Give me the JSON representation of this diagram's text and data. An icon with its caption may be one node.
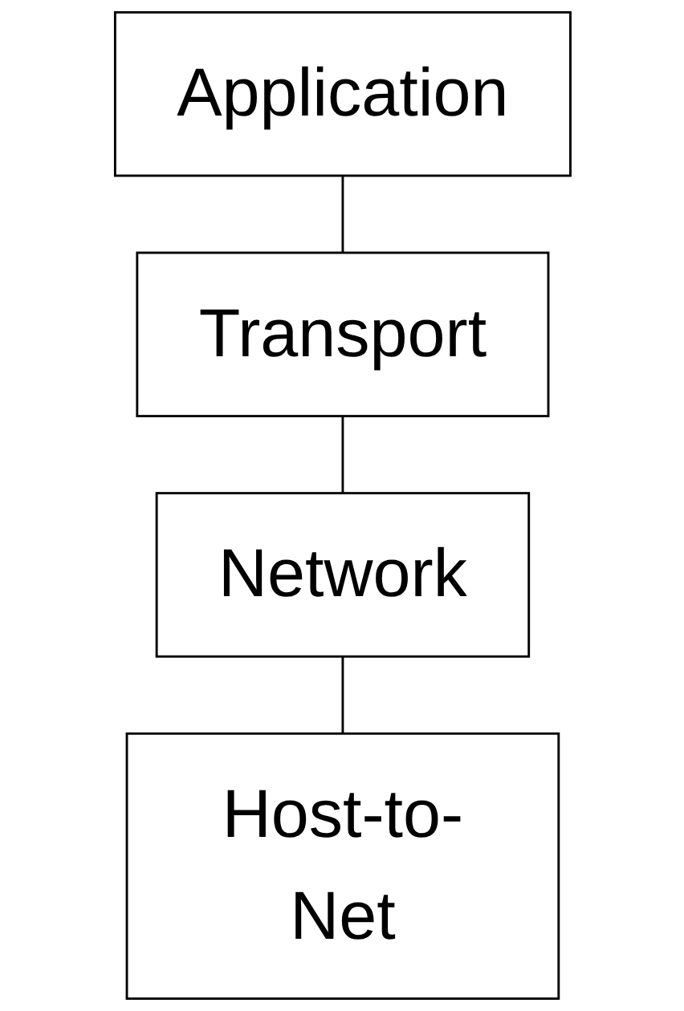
{
  "diagram": {
    "nodes": [
      {
        "text": [
          "Application"
        ]
      },
      {
        "text": [
          "Transport"
        ]
      },
      {
        "text": [
          "Network"
        ]
      },
      {
        "text": [
          "Host-to-Net"
        ]
      }
    ],
    "edges": [
      {
        "from": 0,
        "to": 1,
        "arrow": "none"
      },
      {
        "from": 1,
        "to": 2,
        "arrow": "none"
      },
      {
        "from": 2,
        "to": 3,
        "arrow": "none"
      }
    ]
  }
}
